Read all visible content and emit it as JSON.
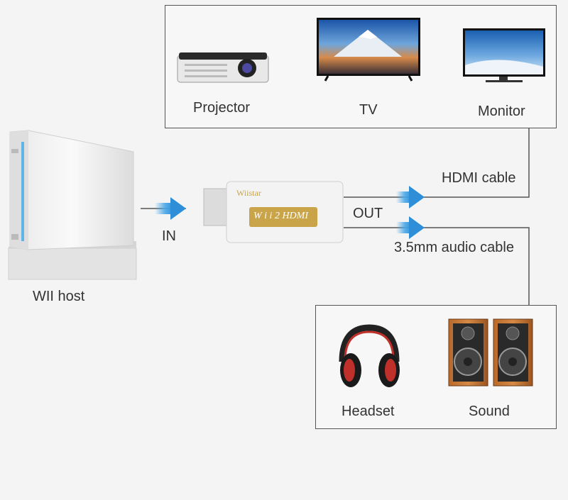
{
  "display_devices": {
    "projector": "Projector",
    "tv": "TV",
    "monitor": "Monitor"
  },
  "audio_devices": {
    "headset": "Headset",
    "sound": "Sound"
  },
  "console": {
    "label": "WII host",
    "input_label": "IN"
  },
  "adapter": {
    "brand": "Wiistar",
    "model": "W i i 2 HDMI",
    "output_label": "OUT"
  },
  "cables": {
    "hdmi": "HDMI cable",
    "audio": "3.5mm audio cable"
  },
  "colors": {
    "arrow": "#4aa8e8",
    "gold": "#c9a448",
    "line": "#555555"
  }
}
